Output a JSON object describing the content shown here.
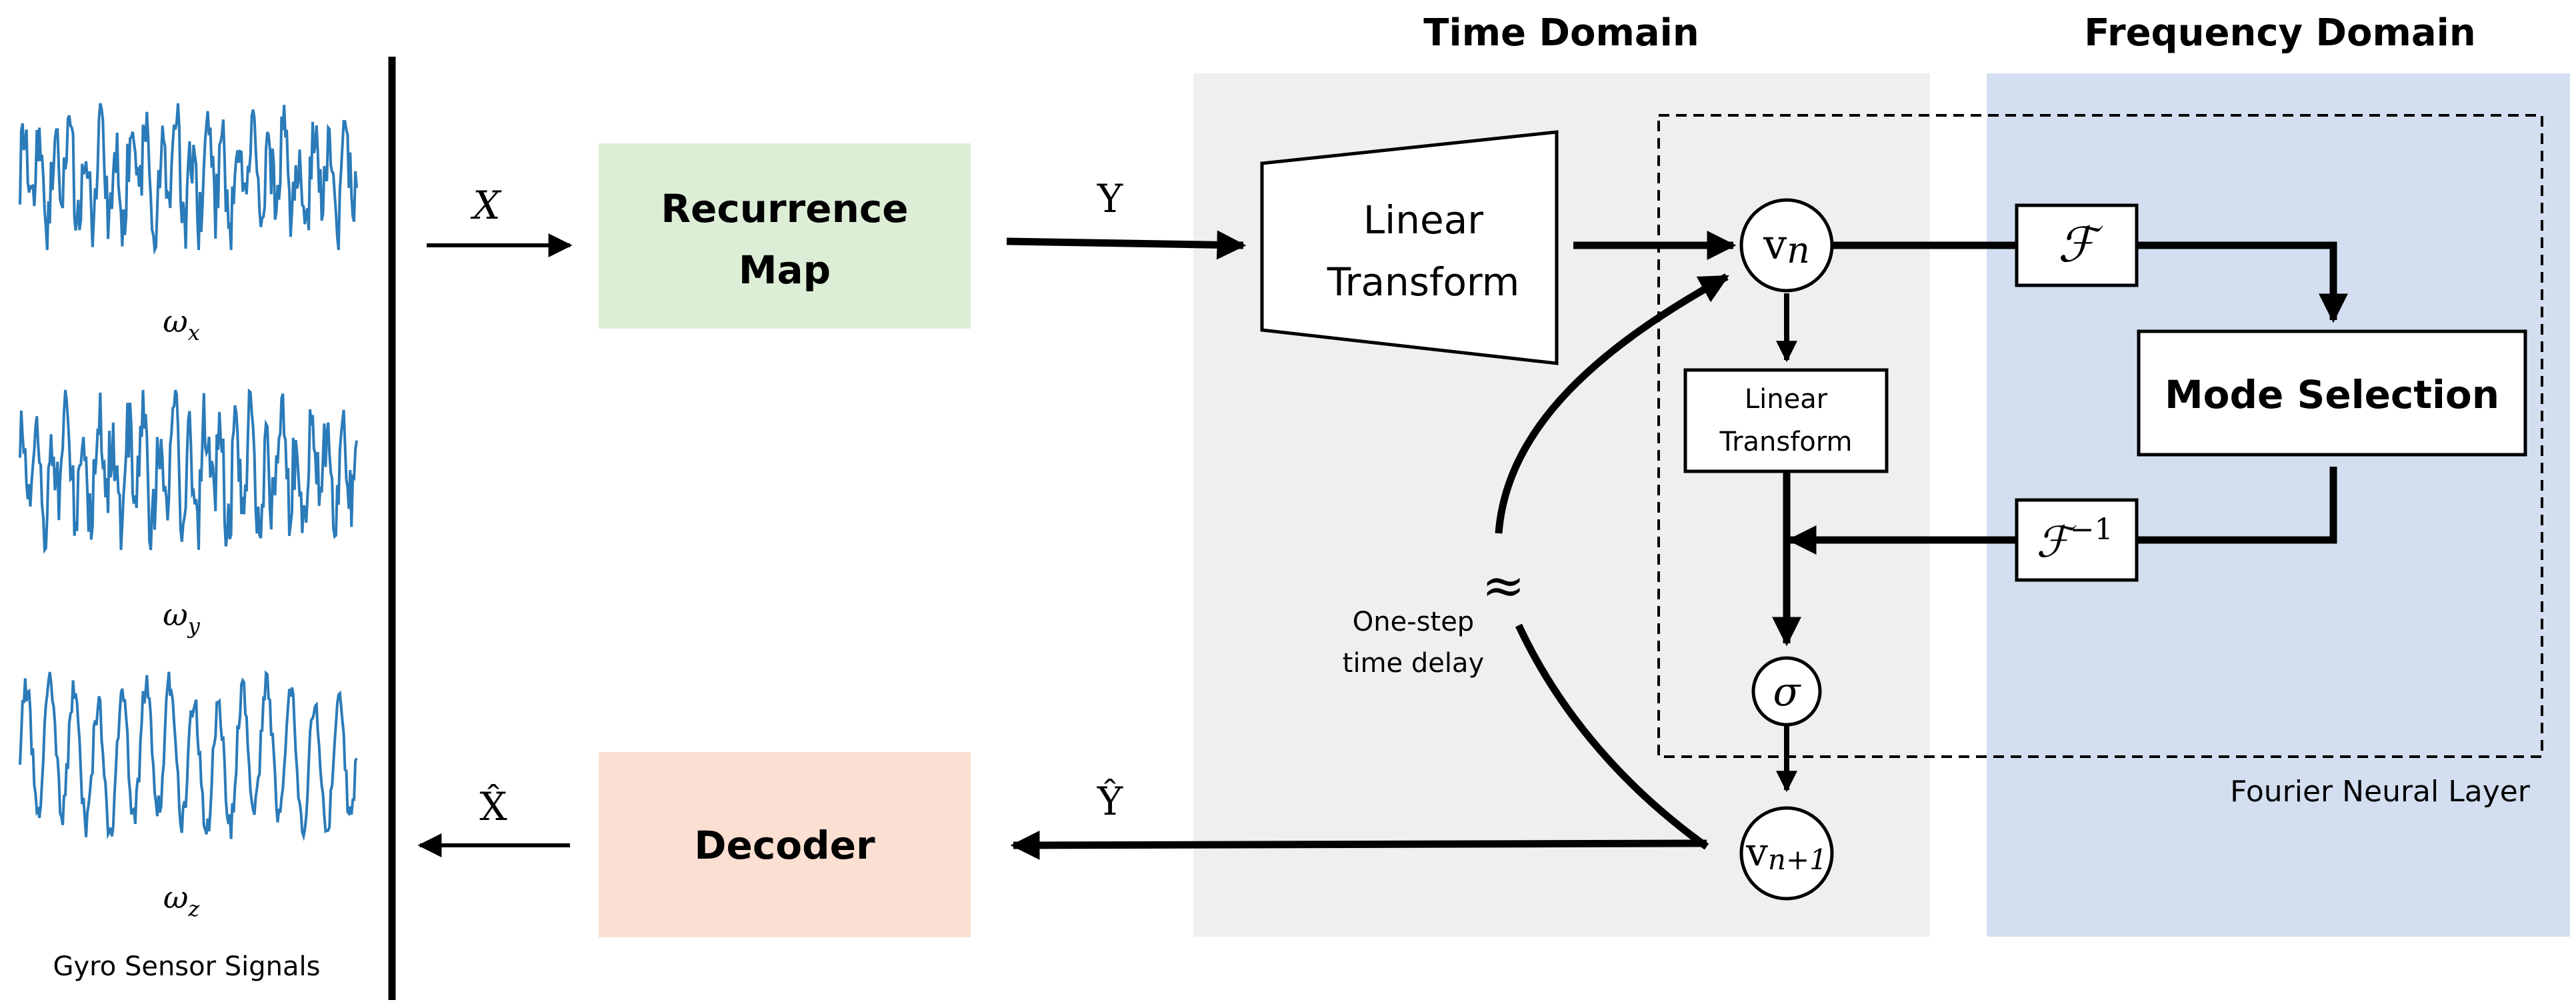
{
  "left_panel": {
    "signals": [
      {
        "label": "ω",
        "sub": "x"
      },
      {
        "label": "ω",
        "sub": "y"
      },
      {
        "label": "ω",
        "sub": "z"
      }
    ],
    "caption": "Gyro Sensor Signals"
  },
  "pipeline": {
    "x_label": "X",
    "recurrence_line1": "Recurrence",
    "recurrence_line2": "Map",
    "y_label": "Y",
    "decoder": "Decoder",
    "x_hat": "X̂",
    "y_hat": "Ŷ"
  },
  "time_domain": {
    "title": "Time Domain",
    "linear_line1": "Linear",
    "linear_line2": "Transform",
    "inner_linear_line1": "Linear",
    "inner_linear_line2": "Transform",
    "delay_symbol": "≈",
    "delay_line1": "One-step",
    "delay_line2": "time delay"
  },
  "frequency_domain": {
    "title": "Frequency Domain",
    "fourier": "ℱ",
    "inverse_base": "ℱ",
    "inverse_sup": "−1",
    "mode_selection": "Mode Selection",
    "layer_caption": "Fourier Neural Layer"
  },
  "nodes": {
    "vn_base": "v",
    "vn_sub": "n",
    "vn1_base": "v",
    "vn1_sub": "n+1",
    "sigma": "σ"
  },
  "colors": {
    "time_bg": "#efefef",
    "freq_bg": "#d3dff0",
    "recurrence_bg": "#ddeed7",
    "decoder_bg": "#fbdfd2",
    "signal": "#2b7bb9",
    "line": "#000000"
  }
}
